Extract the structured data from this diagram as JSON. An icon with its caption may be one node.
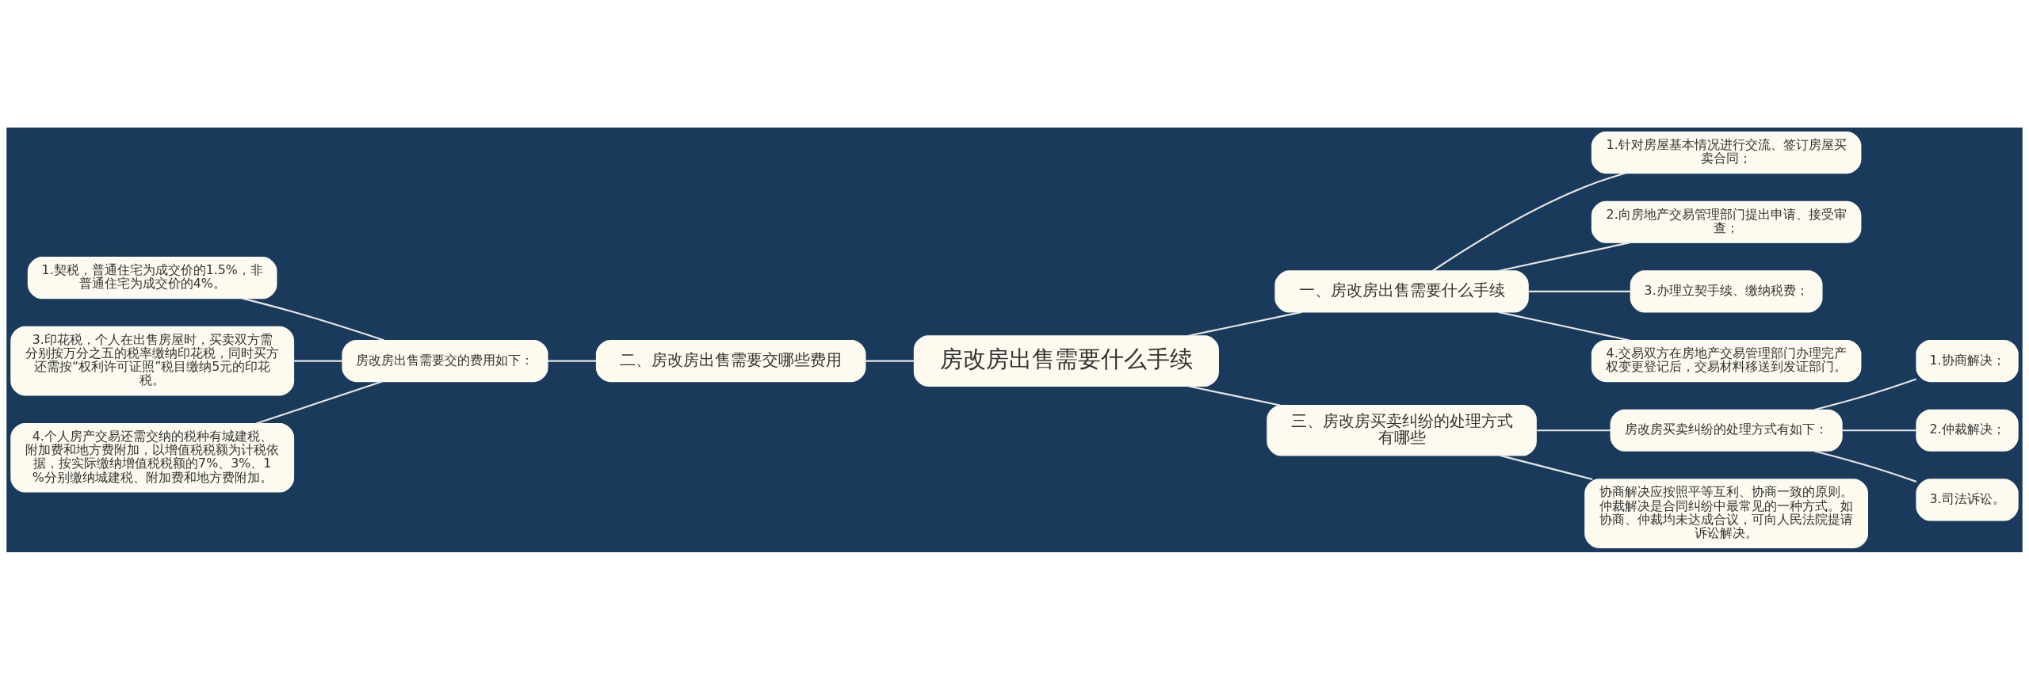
{
  "diagram": {
    "nodes": [
      {
        "text": [
          "房改房出售需要什么手续"
        ]
      },
      {
        "text": [
          "一、房改房出售需要什么手续"
        ]
      },
      {
        "text": [
          "1.针对房屋基本情况进行交流、签订房屋买卖合同；"
        ]
      },
      {
        "text": [
          "2.向房地产交易管理部门提出申请、接受审查；"
        ]
      },
      {
        "text": [
          "3.办理立契手续、缴纳税费；"
        ]
      },
      {
        "text": [
          "4.交易双方在房地产交易管理部门办理完产权变更登记后，交易材料移送到发证部门。"
        ]
      },
      {
        "text": [
          "二、房改房出售需要交哪些费用"
        ]
      },
      {
        "text": [
          "房改房出售需要交的费用如下："
        ]
      },
      {
        "text": [
          "1.契税，普通住宅为成交价的1.5%，非普通住宅为成交价的4%。"
        ]
      },
      {
        "text": [
          "3.印花税，个人在出售房屋时，买卖双方需分别按万分之五的税率缴纳印花税，同时买方还需按“权利许可证照”税目缴纳5元的印花税。"
        ]
      },
      {
        "text": [
          "4.个人房产交易还需交纳的税种有城建税、附加费和地方费附加，以增值税税额为计税依据，按实际缴纳增值税税额的7%、3%、1%分别缴纳城建税、附加费和地方费附加。"
        ]
      },
      {
        "text": [
          "三、房改房买卖纠纷的处理方式有哪些"
        ]
      },
      {
        "text": [
          "房改房买卖纠纷的处理方式有如下："
        ]
      },
      {
        "text": [
          "1.协商解决；"
        ]
      },
      {
        "text": [
          "2.仲裁解决；"
        ]
      },
      {
        "text": [
          "3.司法诉讼。"
        ]
      },
      {
        "text": [
          "协商解决应按照平等互利、协商一致的原则。仲裁解决是合同纠纷中最常见的一种方式。如协商、仲裁均未达成合议，可向人民法院提请诉讼解决。"
        ]
      }
    ],
    "edges": [
      {
        "from": 0,
        "to": 1,
        "arrow": "none"
      },
      {
        "from": 1,
        "to": 2,
        "arrow": "none"
      },
      {
        "from": 1,
        "to": 3,
        "arrow": "none"
      },
      {
        "from": 1,
        "to": 4,
        "arrow": "none"
      },
      {
        "from": 1,
        "to": 5,
        "arrow": "none"
      },
      {
        "from": 0,
        "to": 6,
        "arrow": "none"
      },
      {
        "from": 6,
        "to": 7,
        "arrow": "none"
      },
      {
        "from": 7,
        "to": 8,
        "arrow": "none"
      },
      {
        "from": 7,
        "to": 9,
        "arrow": "none"
      },
      {
        "from": 7,
        "to": 10,
        "arrow": "none"
      },
      {
        "from": 0,
        "to": 11,
        "arrow": "none"
      },
      {
        "from": 11,
        "to": 12,
        "arrow": "none"
      },
      {
        "from": 12,
        "to": 13,
        "arrow": "none"
      },
      {
        "from": 12,
        "to": 14,
        "arrow": "none"
      },
      {
        "from": 12,
        "to": 15,
        "arrow": "none"
      },
      {
        "from": 11,
        "to": 16,
        "arrow": "none"
      }
    ]
  }
}
